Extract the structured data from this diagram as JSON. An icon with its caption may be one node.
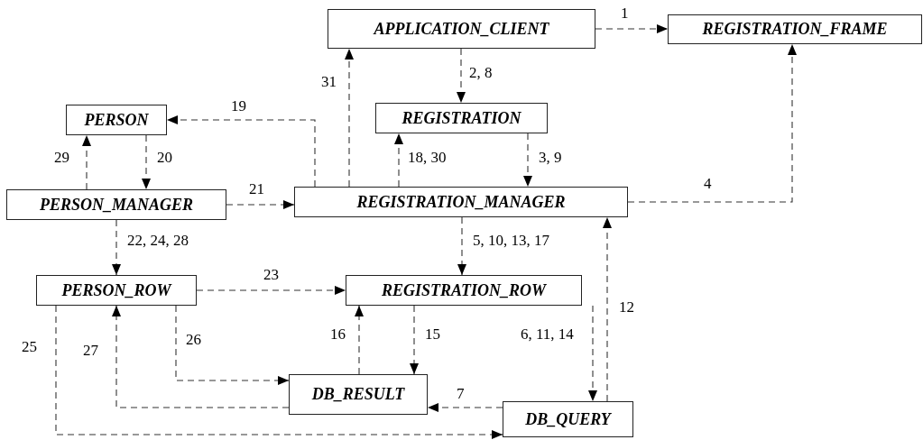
{
  "diagram": {
    "nodes": [
      {
        "text": [
          "APPLICATION_CLIENT"
        ]
      },
      {
        "text": [
          "REGISTRATION_FRAME"
        ]
      },
      {
        "text": [
          "PERSON"
        ]
      },
      {
        "text": [
          "REGISTRATION"
        ]
      },
      {
        "text": [
          "PERSON_MANAGER"
        ]
      },
      {
        "text": [
          "REGISTRATION_MANAGER"
        ]
      },
      {
        "text": [
          "PERSON_ROW"
        ]
      },
      {
        "text": [
          "REGISTRATION_ROW"
        ]
      },
      {
        "text": [
          "DB_RESULT"
        ]
      },
      {
        "text": [
          "DB_QUERY"
        ]
      }
    ],
    "edges": [
      {
        "from": 0,
        "to": 1,
        "arrow": "to",
        "label": "1",
        "style": "dashed"
      },
      {
        "from": 0,
        "to": 3,
        "arrow": "to",
        "label": "2, 8",
        "style": "dashed"
      },
      {
        "from": 3,
        "to": 5,
        "arrow": "to",
        "label": "3, 9",
        "style": "dashed"
      },
      {
        "from": 5,
        "to": 1,
        "arrow": "to",
        "label": "4",
        "style": "dashed"
      },
      {
        "from": 5,
        "to": 7,
        "arrow": "to",
        "label": "5, 10, 13, 17",
        "style": "dashed"
      },
      {
        "from": 7,
        "to": 9,
        "arrow": "to",
        "label": "6, 11, 14",
        "style": "dashed"
      },
      {
        "from": 9,
        "to": 8,
        "arrow": "to",
        "label": "7",
        "style": "dashed"
      },
      {
        "from": 9,
        "to": 5,
        "arrow": "to",
        "label": "12",
        "style": "dashed"
      },
      {
        "from": 7,
        "to": 8,
        "arrow": "to",
        "label": "15",
        "style": "dashed"
      },
      {
        "from": 8,
        "to": 7,
        "arrow": "to",
        "label": "16",
        "style": "dashed"
      },
      {
        "from": 5,
        "to": 3,
        "arrow": "to",
        "label": "18, 30",
        "style": "dashed"
      },
      {
        "from": 5,
        "to": 2,
        "arrow": "to",
        "label": "19",
        "style": "dashed"
      },
      {
        "from": 2,
        "to": 4,
        "arrow": "to",
        "label": "20",
        "style": "dashed"
      },
      {
        "from": 4,
        "to": 5,
        "arrow": "to",
        "label": "21",
        "style": "dashed"
      },
      {
        "from": 4,
        "to": 6,
        "arrow": "to",
        "label": "22, 24, 28",
        "style": "dashed"
      },
      {
        "from": 6,
        "to": 7,
        "arrow": "to",
        "label": "23",
        "style": "dashed"
      },
      {
        "from": 6,
        "to": 9,
        "arrow": "to",
        "label": "25",
        "style": "dashed"
      },
      {
        "from": 6,
        "to": 8,
        "arrow": "to",
        "label": "26",
        "style": "dashed"
      },
      {
        "from": 8,
        "to": 6,
        "arrow": "to",
        "label": "27",
        "style": "dashed"
      },
      {
        "from": 4,
        "to": 2,
        "arrow": "to",
        "label": "29",
        "style": "dashed"
      },
      {
        "from": 5,
        "to": 0,
        "arrow": "to",
        "label": "31",
        "style": "dashed"
      }
    ]
  }
}
